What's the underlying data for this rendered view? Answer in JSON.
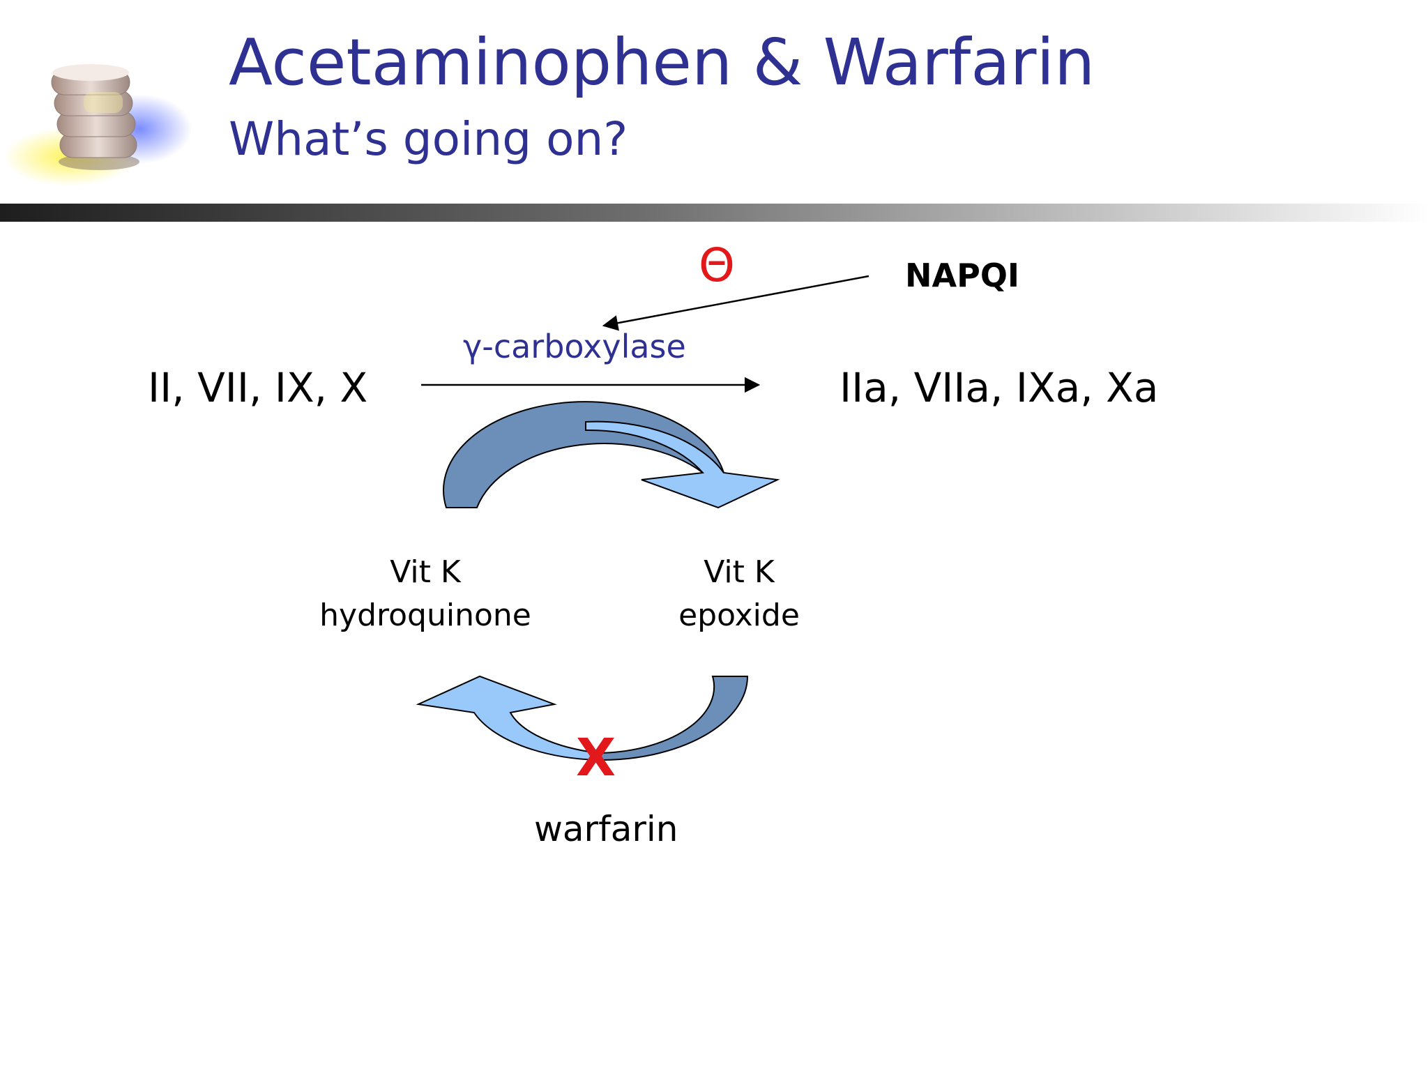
{
  "slide": {
    "title": "Acetaminophen & Warfarin",
    "subtitle": "What’s going on?"
  },
  "diagram": {
    "precursor_factors": "II, VII, IX, X",
    "activated_factors": "IIa, VIIa, IXa, Xa",
    "enzyme": "γ-carboxylase",
    "inhibitor": "NAPQI",
    "inhibition_symbol": "Θ",
    "vit_k_hydroquinone": [
      "Vit K",
      "hydroquinone"
    ],
    "vit_k_epoxide": [
      "Vit K",
      "epoxide"
    ],
    "block_symbol": "X",
    "blocker": "warfarin"
  },
  "colors": {
    "heading": "#2e3192",
    "inhibition_red": "#e2181b",
    "arrow_dark": "#6b8fb8",
    "arrow_light": "#99c9fb"
  },
  "icons": {
    "logo": "pill-stack-icon"
  }
}
